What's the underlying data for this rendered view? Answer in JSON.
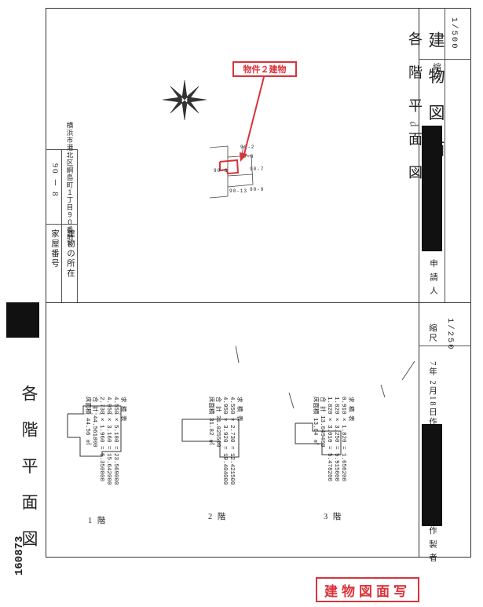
{
  "document_number": "160873",
  "floor_plans_title": "各 階 平 面 図",
  "building_title": "建 物 図 面",
  "floor_plan_subtitle": "各 階 平 面 図",
  "house_number_label": "家屋番号",
  "house_number_value": "90 － 8",
  "location_label": "建物の所在",
  "location_value": "横浜市港北区綱島町１丁目９０番地８",
  "scale_label": "縮尺",
  "scale_top": "1/500",
  "scale_bottom": "1/250",
  "applicant_label": "申 請 人",
  "date_text": "7年 2月18日作製",
  "maker_label": "作 製 者",
  "callout_label": "物件２建物",
  "stamp_text": "建物図面写",
  "lot_labels": [
    "90-8",
    "90-6",
    "90-7",
    "90-13",
    "90-9",
    "90-2"
  ],
  "floors": [
    {
      "label": "1 階",
      "heading": "求 積 表",
      "lines": [
        "4.550 × 5.180 = 23.569000",
        "4.950 × 3.160 = 15.642000",
        "2.730 × 1.960 = 5.350800"
      ],
      "total": "合 計  44.561800",
      "area_label": "床面積",
      "area": "44.56 ㎡"
    },
    {
      "label": "2 階",
      "heading": "求 積 表",
      "lines": [
        "4.550 × 2.730 = 12.421500",
        "4.950 × 3.920 = 19.404000"
      ],
      "total": "合 計  31.825500",
      "area_label": "床面積",
      "area": "31.82 ㎡"
    },
    {
      "label": "3 階",
      "heading": "求 積 表",
      "lines": [
        "0.910 × 1.820 = 1.656200",
        "1.820 × 3.250 = 5.915000",
        "1.820 × 3.010 = 5.478200"
      ],
      "total": "合 計  13.049400",
      "area_label": "床面積",
      "area": "13.04 ㎡"
    }
  ],
  "colors": {
    "stamp_red": "#d9333b",
    "line": "#333333",
    "redaction": "#111111"
  }
}
